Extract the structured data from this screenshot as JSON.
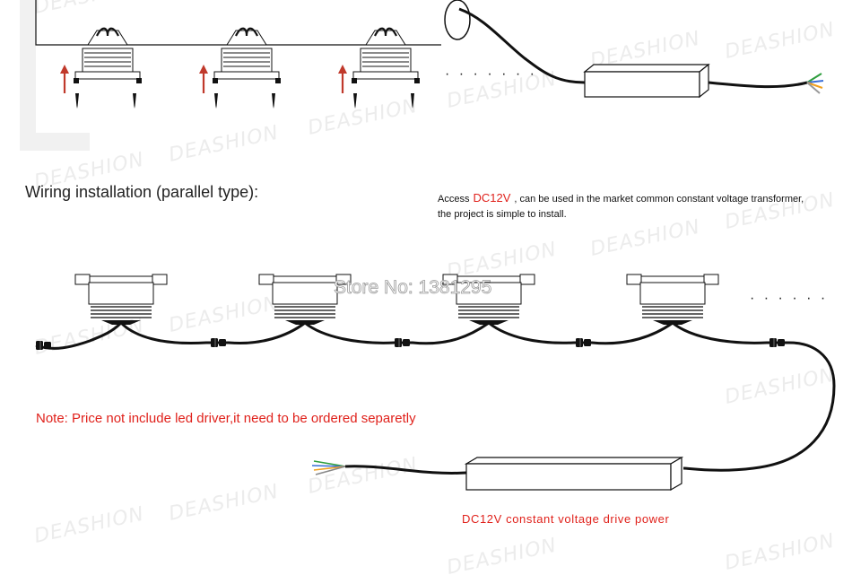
{
  "watermark": {
    "text": "DEASHION"
  },
  "store_label": "Store No: 1381295",
  "top_section": {
    "continuation": "· · · · · · ·"
  },
  "wiring": {
    "heading": "Wiring installation (parallel type):",
    "access_prefix": "Access",
    "access_voltage": "DC12V",
    "access_suffix": ", can be used in the market common constant voltage transformer,",
    "access_line2": "the project is simple to install.",
    "continuation": "· · · · · ·"
  },
  "note": "Note: Price not include led driver,it need to be ordered separetly",
  "driver_caption": "DC12V constant voltage drive power",
  "colors": {
    "accent_red": "#e0211b",
    "wire_black": "#111111",
    "arrow_red": "#c0392b",
    "watermark_gray": "#ececec",
    "lead_green": "#2e9e3e",
    "lead_orange": "#f0a020",
    "lead_blue": "#3a6fd8"
  }
}
